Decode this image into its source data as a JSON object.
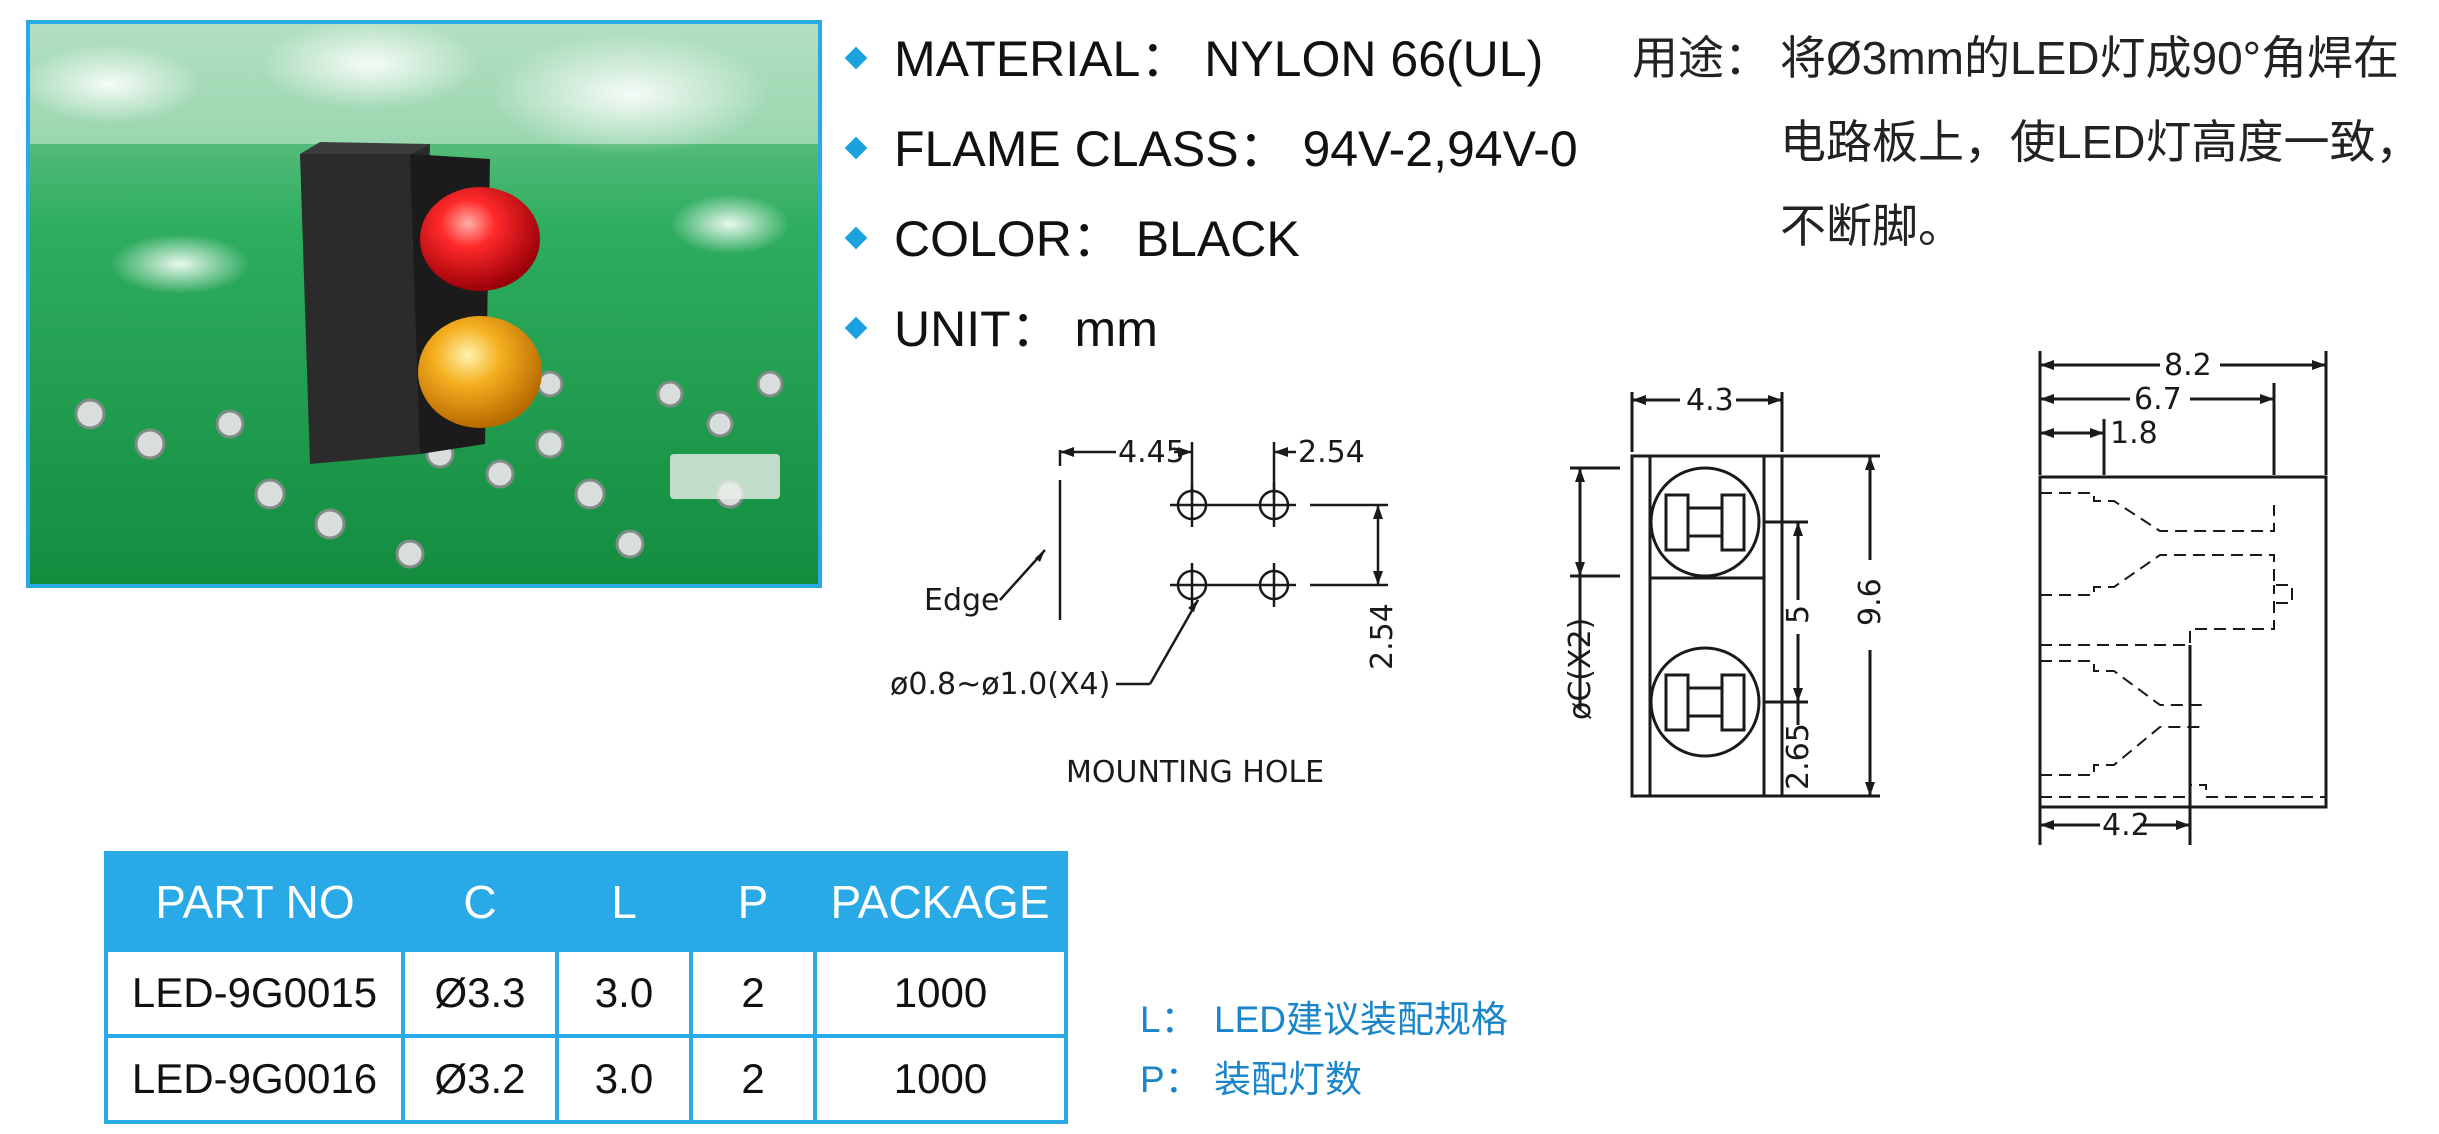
{
  "specs": [
    {
      "label": "MATERIAL： NYLON 66(UL)"
    },
    {
      "label": "FLAME CLASS： 94V-2,94V-0"
    },
    {
      "label": "COLOR： BLACK"
    },
    {
      "label": "UNIT： mm"
    }
  ],
  "usage": {
    "label": "用途：",
    "lines": [
      "将Ø3mm的LED灯成90°角焊在",
      "电路板上，使LED灯高度一致，",
      "不断脚。"
    ]
  },
  "mounting_hole": {
    "dims": [
      "4.45",
      "2.54",
      "2.54"
    ],
    "edge_label": "Edge",
    "hole_label": "ø0.8~ø1.0(X4)",
    "caption": "MOUNTING HOLE"
  },
  "front_view": {
    "dims": [
      "4.3",
      "9.6",
      "5",
      "2.65",
      "øC(X2)"
    ]
  },
  "side_view": {
    "dims": [
      "8.2",
      "6.7",
      "1.8",
      "4.2"
    ]
  },
  "table": {
    "headers": [
      "PART NO",
      "C",
      "L",
      "P",
      "PACKAGE"
    ],
    "rows": [
      [
        "LED-9G0015",
        "Ø3.3",
        "3.0",
        "2",
        "1000"
      ],
      [
        "LED-9G0016",
        "Ø3.2",
        "3.0",
        "2",
        "1000"
      ]
    ]
  },
  "notes": [
    {
      "key": "L：",
      "text": "LED建议装配规格"
    },
    {
      "key": "P：",
      "text": "装配灯数"
    }
  ],
  "colors": {
    "accent": "#29a9e5",
    "pcb_green": "#1f9a4a",
    "housing": "#2a2a2a",
    "led_red": "#e8141e",
    "led_amber": "#f0a418"
  }
}
